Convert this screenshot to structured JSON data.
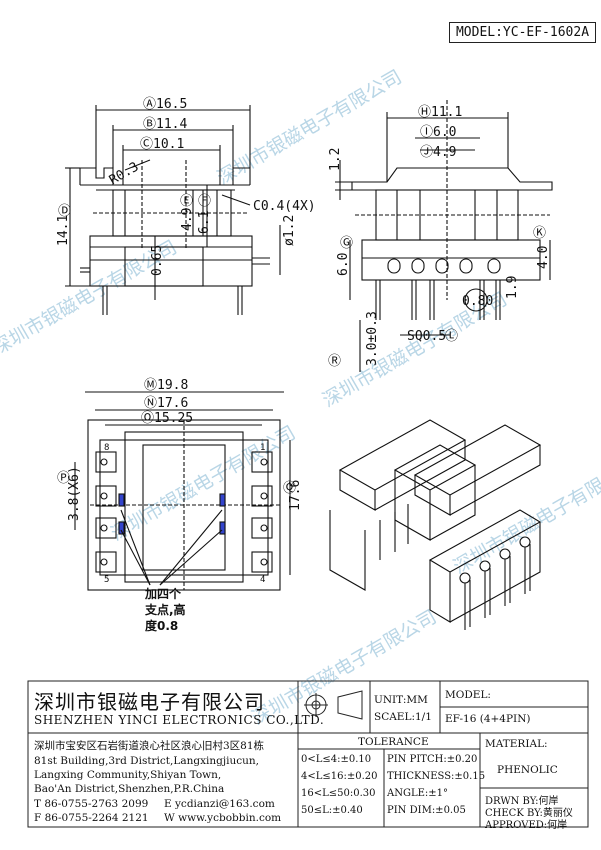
{
  "model_label": "MODEL:YC-EF-1602A",
  "watermark": "深圳市银磁电子有限公司",
  "view1": {
    "dims": [
      "Ⓐ16.5",
      "Ⓑ11.4",
      "Ⓒ10.1",
      "R0.3",
      "Ⓓ",
      "14.1",
      "Ⓔ",
      "4.9",
      "Ⓕ",
      "6.1",
      "C0.4(4X)",
      "ø1.2",
      "0.65"
    ]
  },
  "view2": {
    "dims": [
      "Ⓗ11.1",
      "Ⓘ6.0",
      "Ⓙ4.9",
      "1.2",
      "Ⓖ",
      "6.0",
      "Ⓚ",
      "4.0",
      "0.80",
      "1.9",
      "SQ0.5",
      "Ⓛ",
      "Ⓡ",
      "3.0±0.3"
    ]
  },
  "view3": {
    "dims": [
      "Ⓜ19.8",
      "Ⓝ17.6",
      "Ⓞ15.25",
      "Ⓟ",
      "3.8(X6)",
      "17.6",
      "Ⓠ"
    ],
    "pins": [
      "8",
      "1",
      "5",
      "4"
    ],
    "note": [
      "加四个",
      "支点,高",
      "度0.8"
    ]
  },
  "title_block": {
    "company_cn": "深圳市银磁电子有限公司",
    "company_en": "SHENZHEN YINCI ELECTRONICS CO.,LTD.",
    "unit": "UNIT:MM",
    "scale": "SCAEL:1/1",
    "model_label": "MODEL:",
    "model_value": "EF-16 (4+4PIN)",
    "address_cn": "深圳市宝安区石岩街道浪心社区浪心旧村3区81栋",
    "address_en": [
      "81st Building,3rd District,Langxingjiucun,",
      "Langxing Community,Shiyan Town,",
      "Bao'An District,Shenzhen,P.R.China"
    ],
    "tel": "T  86-0755-2763 2099",
    "fax": "F  86-0755-2264 2121",
    "email": "E  ycdianzi@163.com",
    "web": "W  www.ycbobbin.com",
    "tolerance_title": "TOLERANCE",
    "tolerance": [
      "0<L≤4:±0.10",
      "4<L≤16:±0.20",
      "16<L≤50:0.30",
      "50≤L:±0.40"
    ],
    "tolerance2": [
      "PIN PITCH:±0.20",
      "THICKNESS:±0.15",
      "ANGLE:±1°",
      "PIN DIM:±0.05"
    ],
    "material_label": "MATERIAL:",
    "material_value": "PHENOLIC",
    "drawn": "DRWN BY:何岸",
    "check": "CHECK BY:黄丽仪",
    "approved": "APPROVED:何岸"
  }
}
